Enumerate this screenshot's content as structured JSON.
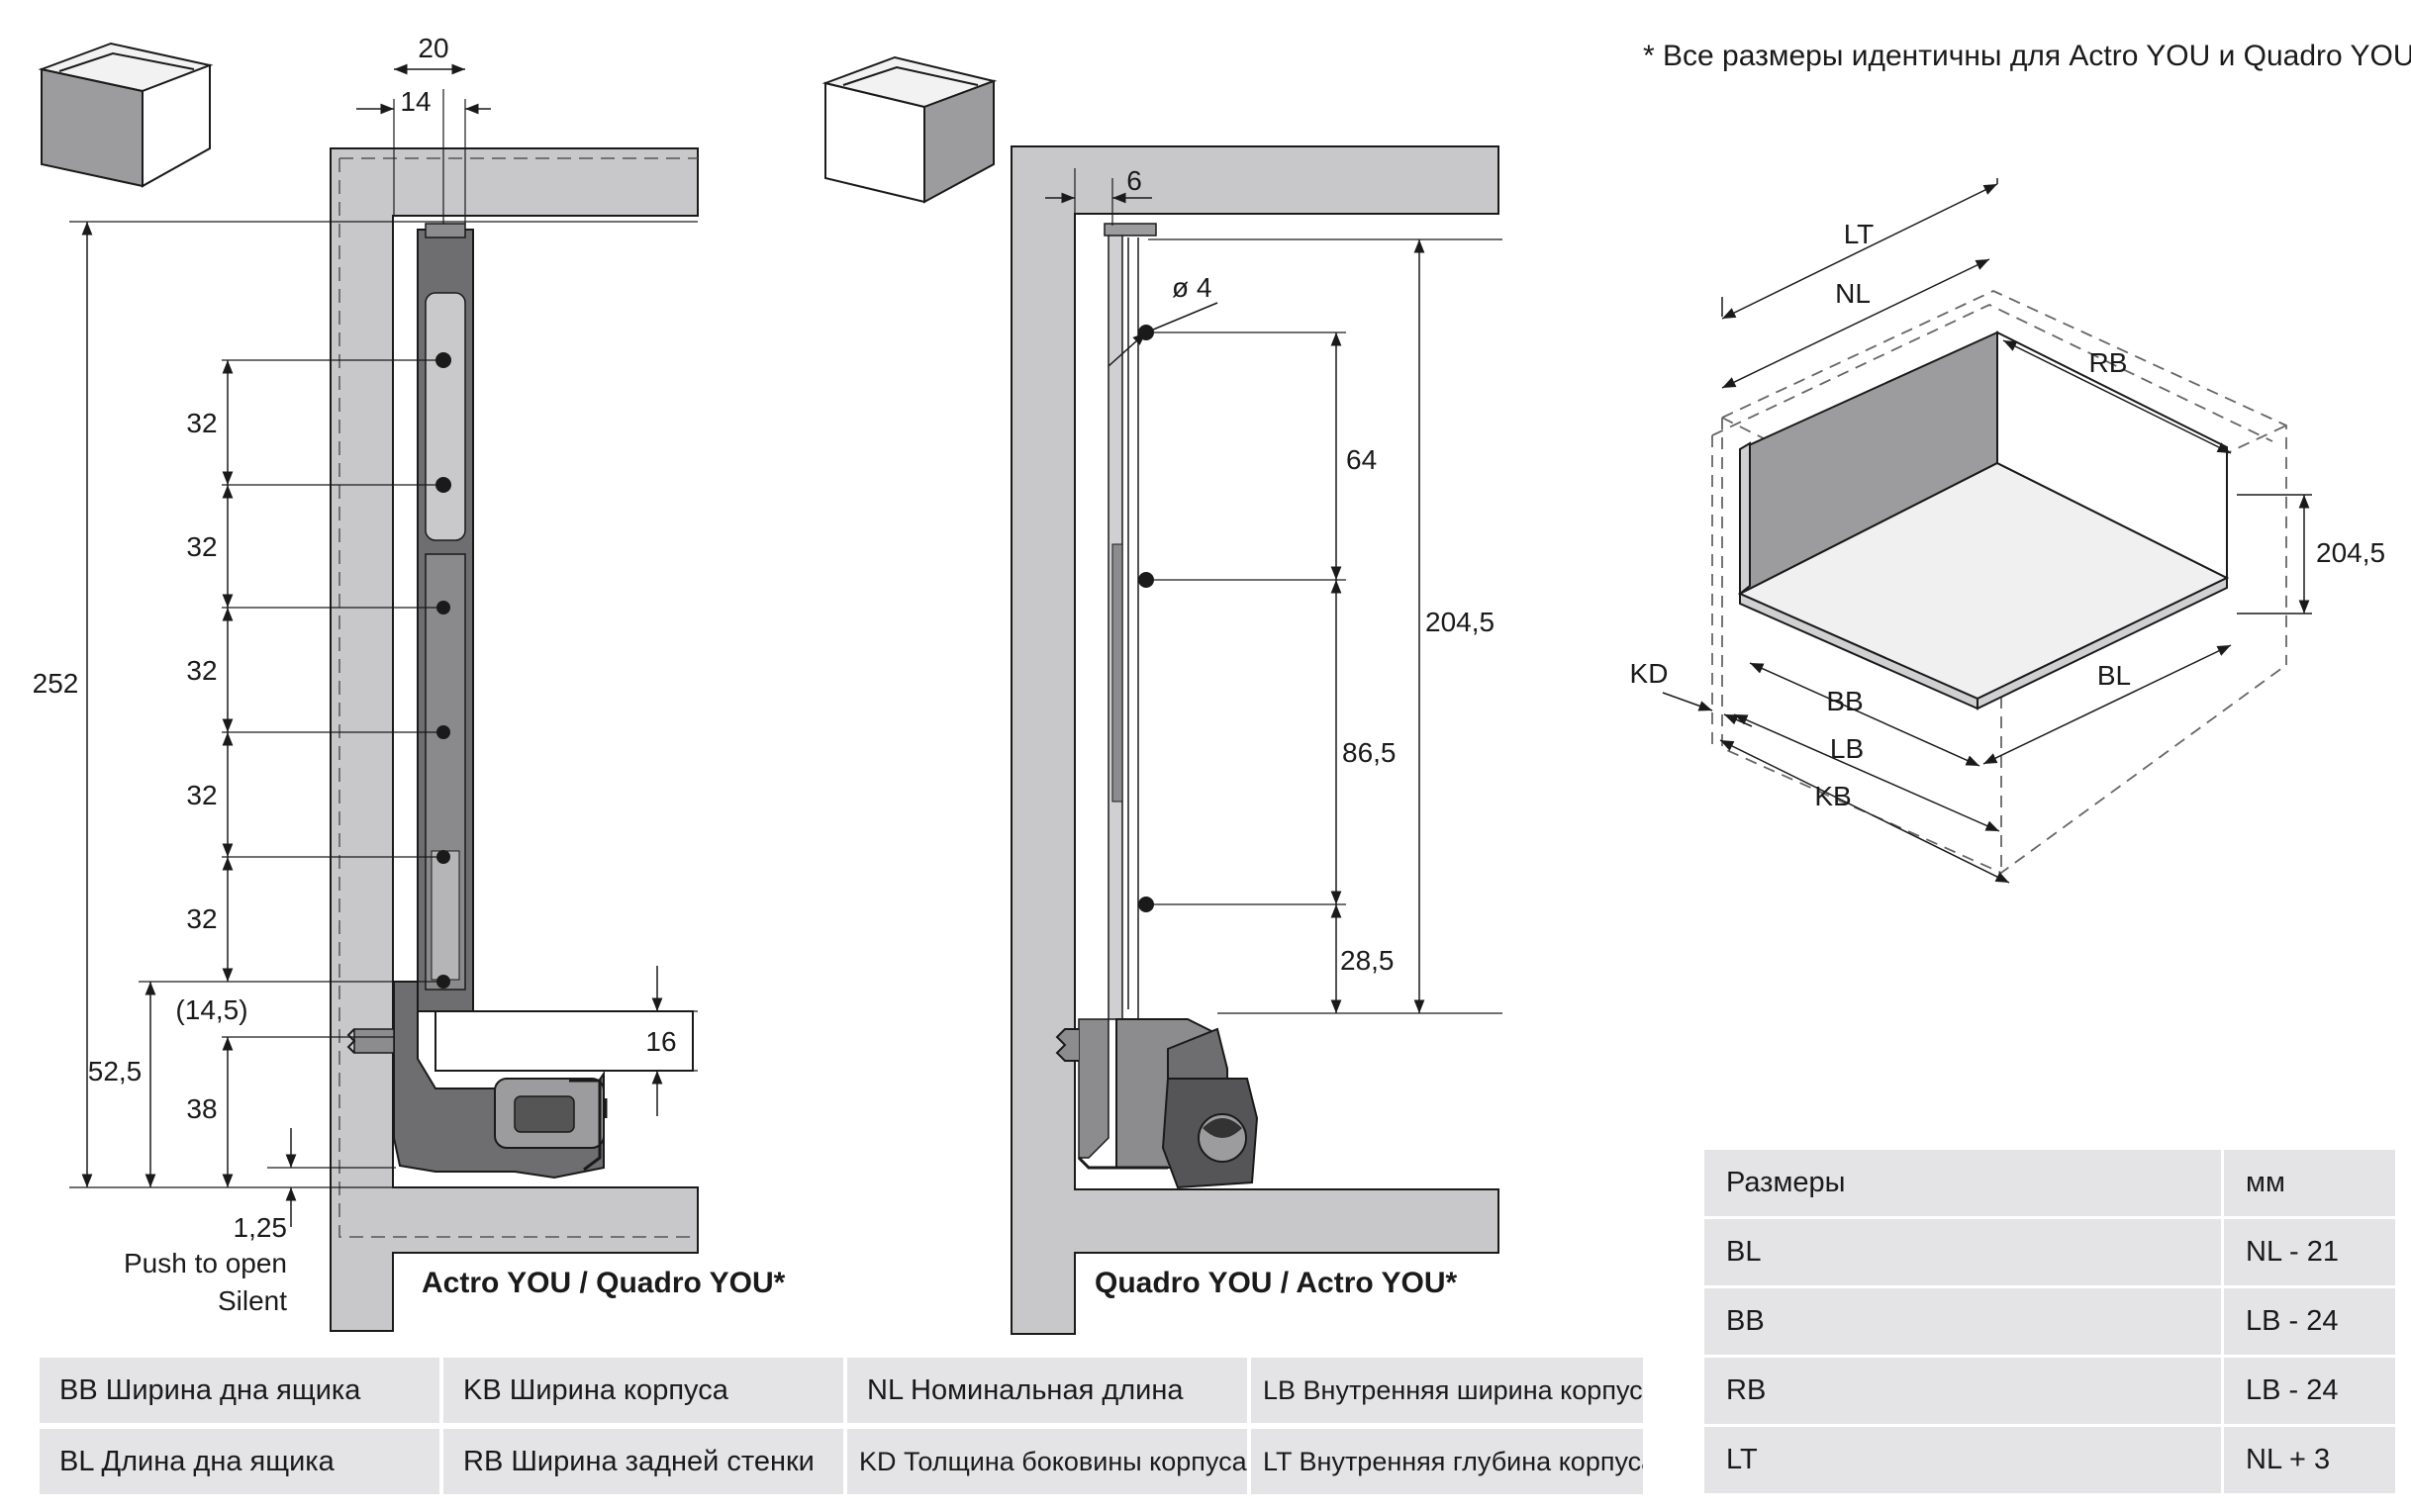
{
  "note": "* Все размеры идентичны для Actro YOU и Quadro YOU",
  "left_view": {
    "title": "Actro YOU / Quadro YOU*",
    "dims": {
      "top_20": "20",
      "top_14": "14",
      "total_252": "252",
      "pitch": [
        "32",
        "32",
        "32",
        "32",
        "32"
      ],
      "d14_5": "(14,5)",
      "d52_5": "52,5",
      "d38": "38",
      "d16": "16",
      "d1_25": "1,25",
      "push1": "Push to open",
      "push2": "Silent"
    }
  },
  "right_view": {
    "title": "Quadro YOU / Actro YOU*",
    "dims": {
      "d6": "6",
      "hole": "ø 4",
      "d64": "64",
      "d86_5": "86,5",
      "d28_5": "28,5",
      "d204_5": "204,5"
    }
  },
  "iso": {
    "LT": "LT",
    "NL": "NL",
    "RB": "RB",
    "h": "204,5",
    "KD": "KD",
    "BB": "BB",
    "LB": "LB",
    "KB": "KB",
    "BL": "BL"
  },
  "legend": [
    "BB Ширина дна ящика",
    "KB Ширина корпуса",
    "NL Номинальная длина",
    "LB Внутренняя ширина корпуса",
    "BL Длина дна ящика",
    "RB Ширина задней стенки",
    "KD Толщина боковины корпуса",
    "LT Внутренняя глубина корпуса"
  ],
  "dims_table": {
    "header": [
      "Размеры",
      "мм"
    ],
    "rows": [
      [
        "BL",
        "NL - 21"
      ],
      [
        "BB",
        "LB - 24"
      ],
      [
        "RB",
        "LB - 24"
      ],
      [
        "LT",
        "NL + 3"
      ]
    ]
  }
}
